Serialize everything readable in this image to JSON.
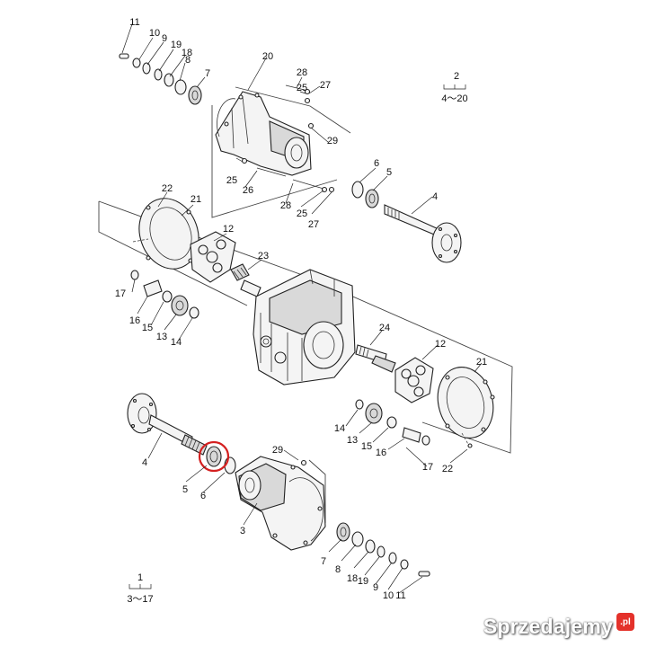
{
  "labels": {
    "top_group": [
      "11",
      "10",
      "9",
      "19",
      "18",
      "8",
      "7",
      "20",
      "28",
      "25",
      "27",
      "29",
      "2",
      "4～20",
      "6",
      "5",
      "25",
      "26",
      "28",
      "25",
      "27",
      "4"
    ],
    "middle_group": [
      "22",
      "21",
      "12",
      "23",
      "17",
      "16",
      "15",
      "13",
      "14",
      "24",
      "12",
      "21",
      "14",
      "13",
      "15",
      "16",
      "17",
      "22"
    ],
    "bottom_group": [
      "4",
      "29",
      "5",
      "6",
      "3",
      "7",
      "8",
      "18",
      "19",
      "9",
      "10",
      "11",
      "1",
      "3～17"
    ]
  },
  "highlight": {
    "target_label": "5",
    "color": "#d42020"
  },
  "watermark": {
    "text": "Sprzedajemy",
    "badge": ".pl",
    "badge_color": "#e4322b"
  }
}
